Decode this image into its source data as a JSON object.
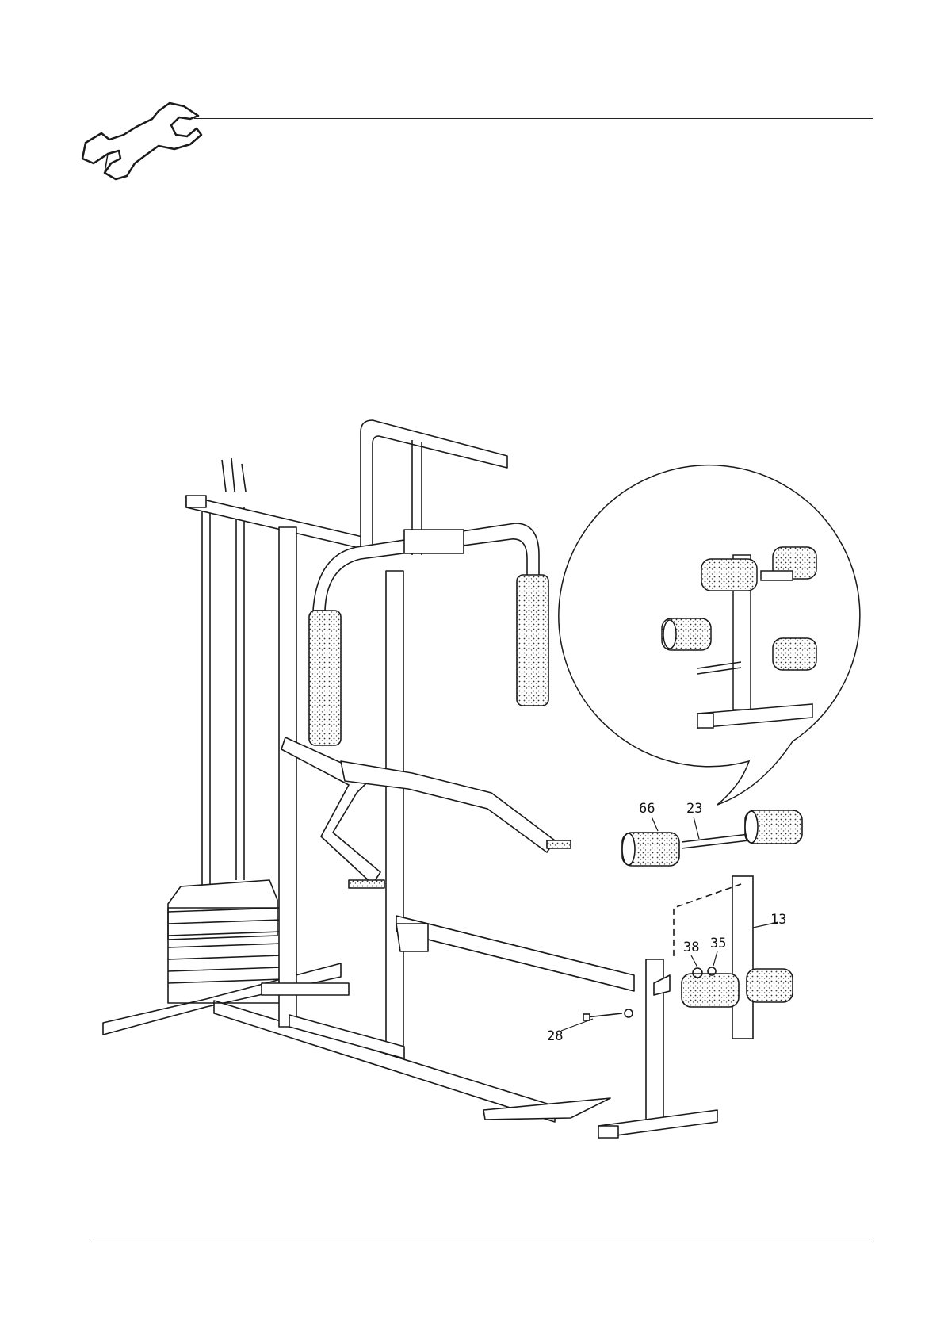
{
  "header": {
    "icon": "wrench-icon"
  },
  "callouts": {
    "c66": "66",
    "c23": "23",
    "c13": "13",
    "c38": "38",
    "c35": "35",
    "c28": "28"
  },
  "colors": {
    "line": "#1a1a1a",
    "foam": "#9a9a9a",
    "background": "#ffffff"
  }
}
